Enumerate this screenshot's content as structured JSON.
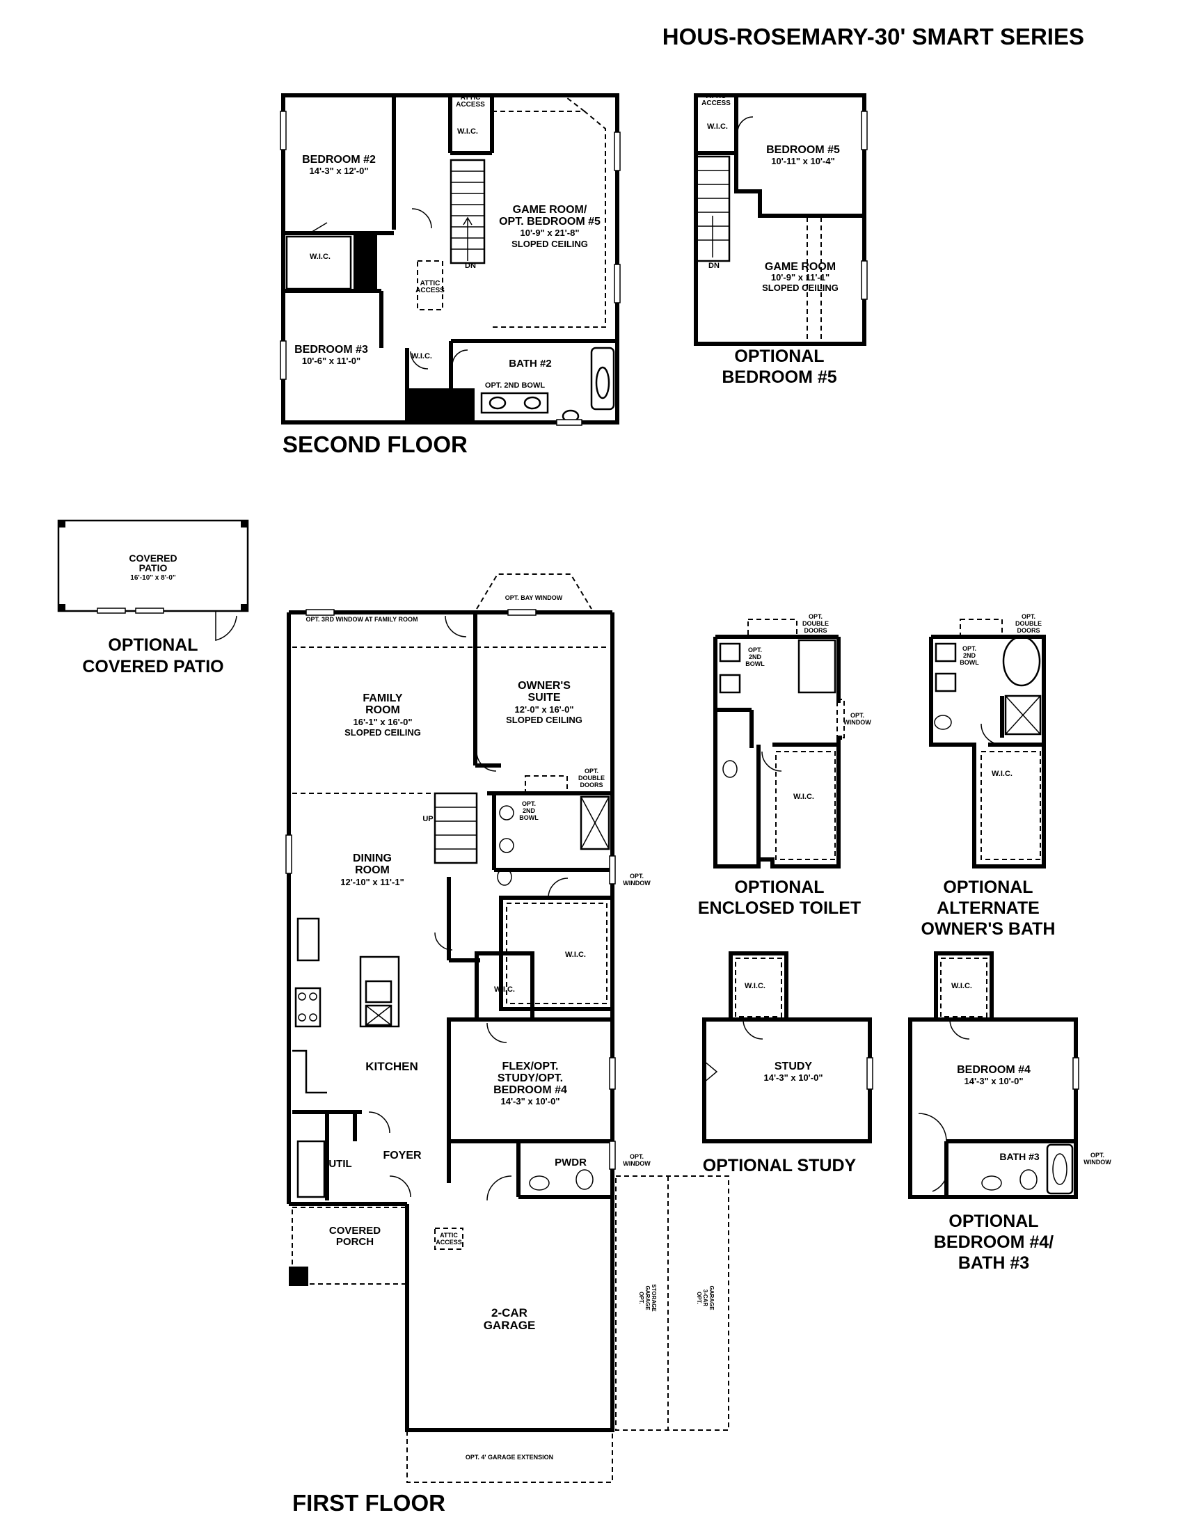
{
  "title": "HOUS-ROSEMARY-30' SMART SERIES",
  "floors": {
    "second": "SECOND FLOOR",
    "first": "FIRST FLOOR"
  },
  "rooms": {
    "attic_access_top": [
      "ATTIC",
      "ACCESS"
    ],
    "wic_upper": "W.I.C.",
    "bedroom2": [
      "BEDROOM #2",
      "14'-3\" x 12'-0\""
    ],
    "game_room": [
      "GAME ROOM/",
      "OPT. BEDROOM #5",
      "10'-9\" x 21'-8\"",
      "SLOPED CEILING"
    ],
    "wic_bed2": "W.I.C.",
    "attic_access_mid": [
      "ATTIC",
      "ACCESS"
    ],
    "dn_upper": "DN",
    "bedroom3": [
      "BEDROOM #3",
      "10'-6\" x 11'-0\""
    ],
    "wic_bed3": "W.I.C.",
    "bath2": "BATH #2",
    "opt_2nd_bowl_upper": "OPT. 2ND BOWL",
    "opt_b5_attic": [
      "ATTIC",
      "ACCESS"
    ],
    "opt_b5_wic": "W.I.C.",
    "bedroom5": [
      "BEDROOM #5",
      "10'-11\" x 10'-4\""
    ],
    "opt_b5_dn": "DN",
    "game_room_alt": [
      "GAME ROOM",
      "10'-9\" x 11'-1\"",
      "SLOPED CEILING"
    ],
    "covered_patio": [
      "COVERED",
      "PATIO",
      "16'-10\" x 8'-0\""
    ],
    "opt_3rd_window": "OPT. 3RD WINDOW AT FAMILY ROOM",
    "opt_bay_window": "OPT. BAY WINDOW",
    "family_room": [
      "FAMILY",
      "ROOM",
      "16'-1\" x 16'-0\"",
      "SLOPED CEILING"
    ],
    "owners_suite": [
      "OWNER'S",
      "SUITE",
      "12'-0\" x 16'-0\"",
      "SLOPED CEILING"
    ],
    "opt_double_doors": [
      "OPT.",
      "DOUBLE",
      "DOORS"
    ],
    "opt_2nd_bowl": [
      "OPT.",
      "2ND",
      "BOWL"
    ],
    "up": "UP",
    "dining_room": [
      "DINING",
      "ROOM",
      "12'-10\" x 11'-1\""
    ],
    "opt_window_owner": [
      "OPT.",
      "WINDOW"
    ],
    "wic_owner": "W.I.C.",
    "wic_flex": "W.I.C.",
    "kitchen": "KITCHEN",
    "flex": [
      "FLEX/OPT.",
      "STUDY/OPT.",
      "BEDROOM #4",
      "14'-3\" x 10'-0\""
    ],
    "util": "UTIL",
    "foyer": "FOYER",
    "pwdr": "PWDR",
    "opt_window_pwdr": [
      "OPT.",
      "WINDOW"
    ],
    "covered_porch": [
      "COVERED",
      "PORCH"
    ],
    "attic_access_garage": [
      "ATTIC",
      "ACCESS"
    ],
    "garage": [
      "2-CAR",
      "GARAGE"
    ],
    "opt_garage_storage": [
      "OPT.",
      "GARAGE",
      "STORAGE"
    ],
    "opt_3car_garage": [
      "OPT.",
      "3-CAR",
      "GARAGE"
    ],
    "opt_garage_extension": "OPT. 4' GARAGE EXTENSION",
    "et_opt_2nd_bowl": [
      "OPT.",
      "2ND",
      "BOWL"
    ],
    "et_opt_double_doors": [
      "OPT.",
      "DOUBLE",
      "DOORS"
    ],
    "et_opt_window": [
      "OPT.",
      "WINDOW"
    ],
    "et_wic": "W.I.C.",
    "ab_opt_2nd_bowl": [
      "OPT.",
      "2ND",
      "BOWL"
    ],
    "ab_opt_double_doors": [
      "OPT.",
      "DOUBLE",
      "DOORS"
    ],
    "ab_wic": "W.I.C.",
    "st_wic": "W.I.C.",
    "study": [
      "STUDY",
      "14'-3\" x 10'-0\""
    ],
    "b4_wic": "W.I.C.",
    "bedroom4": [
      "BEDROOM #4",
      "14'-3\" x 10'-0\""
    ],
    "bath3": "BATH #3",
    "b4_opt_window": [
      "OPT.",
      "WINDOW"
    ]
  },
  "options": {
    "bedroom5": [
      "OPTIONAL",
      "BEDROOM #5"
    ],
    "covered_patio": [
      "OPTIONAL",
      "COVERED PATIO"
    ],
    "enclosed_toilet": [
      "OPTIONAL",
      "ENCLOSED TOILET"
    ],
    "alternate_bath": [
      "OPTIONAL",
      "ALTERNATE",
      "OWNER'S BATH"
    ],
    "study": "OPTIONAL STUDY",
    "bedroom4": [
      "OPTIONAL",
      "BEDROOM #4/",
      "BATH #3"
    ]
  }
}
